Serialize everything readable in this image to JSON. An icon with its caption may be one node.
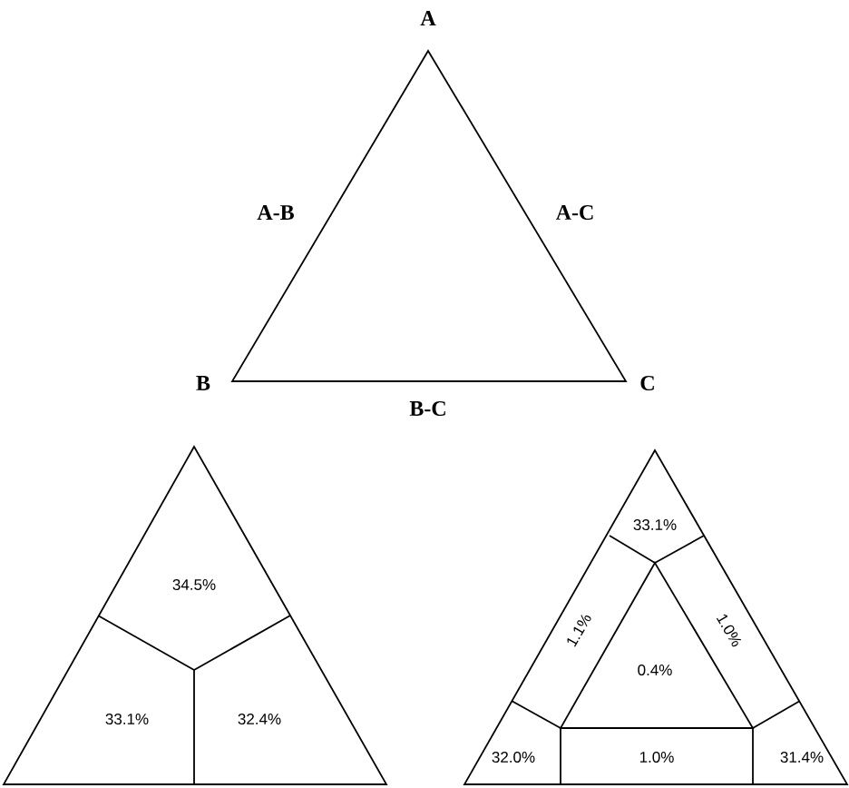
{
  "diagram": {
    "labels": [
      "A",
      "A-B",
      "A-C",
      "B",
      "C",
      "B-C",
      "34.5%",
      "33.1%",
      "32.4%",
      "33.1%",
      "1.1%",
      "1.0%",
      "0.4%",
      "32.0%",
      "1.0%",
      "31.4%"
    ]
  }
}
